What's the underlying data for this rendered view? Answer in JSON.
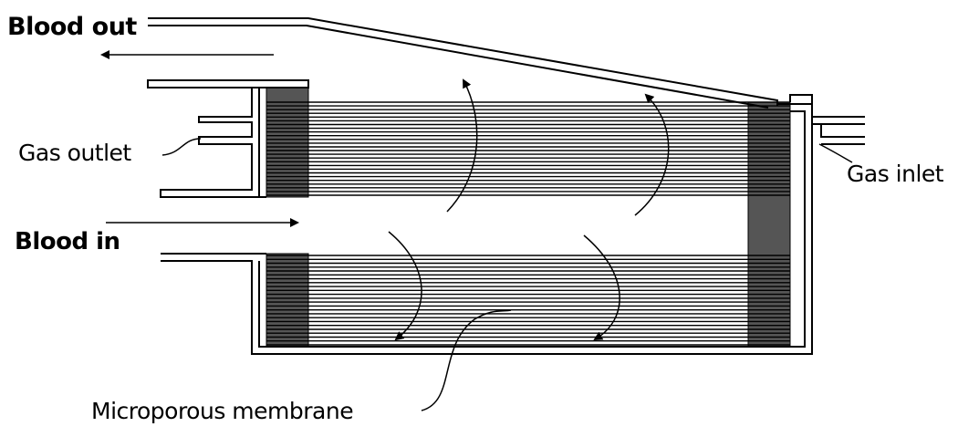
{
  "labels": {
    "blood_out": "Blood out",
    "gas_outlet": "Gas outlet",
    "blood_in": "Blood in",
    "gas_inlet": "Gas inlet",
    "membrane": "Microporous membrane"
  },
  "colors": {
    "line": "#000000",
    "potting": "#555555",
    "background": "#ffffff"
  }
}
